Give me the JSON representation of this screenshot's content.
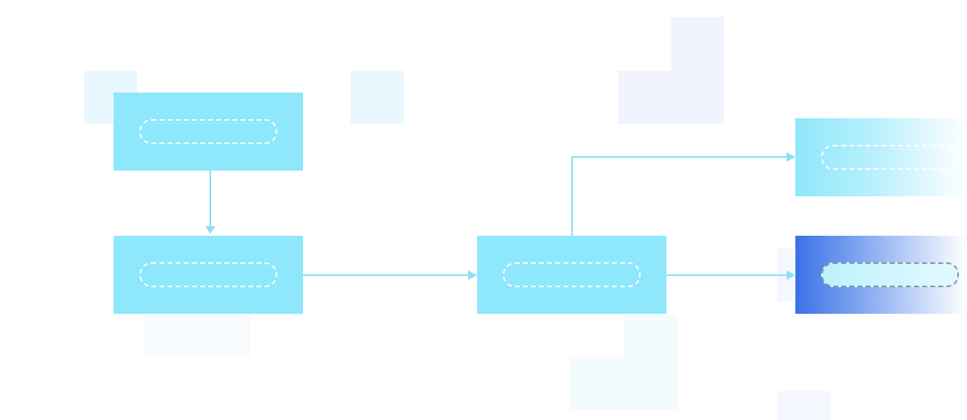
{
  "diagram": {
    "colors": {
      "node_fill": "#8ee7fb",
      "connector": "#8ee0f5",
      "faded_square_cyan": "#eaf8fe",
      "faded_square_lavender": "#f1f4fe",
      "highlight_node_start": "#3a72e6",
      "highlight_node_end": "#ffffff",
      "faded_node_end": "#ffffff"
    },
    "nodes": [
      {
        "id": "source",
        "label": ""
      },
      {
        "id": "step-two",
        "label": ""
      },
      {
        "id": "hub",
        "label": ""
      },
      {
        "id": "output-top",
        "label": ""
      },
      {
        "id": "output-selected",
        "label": ""
      }
    ]
  }
}
